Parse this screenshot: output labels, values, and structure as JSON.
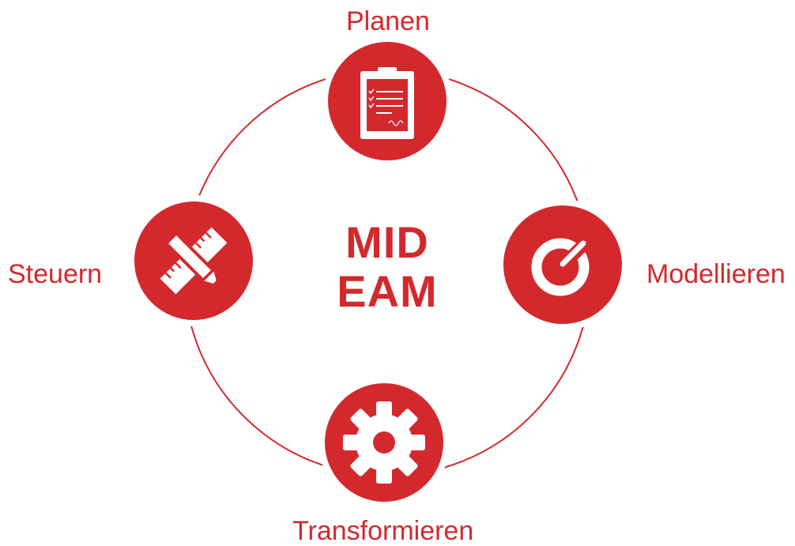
{
  "center": {
    "line1": "MID",
    "line2": "EAM"
  },
  "nodes": [
    {
      "key": "top",
      "label": "Planen",
      "icon": "clipboard-icon"
    },
    {
      "key": "right",
      "label": "Modellieren",
      "icon": "target-icon"
    },
    {
      "key": "bottom",
      "label": "Transformieren",
      "icon": "gear-icon"
    },
    {
      "key": "left",
      "label": "Steuern",
      "icon": "ruler-pencil-icon"
    }
  ],
  "colors": {
    "accent": "#d3292d",
    "background": "#ffffff"
  }
}
